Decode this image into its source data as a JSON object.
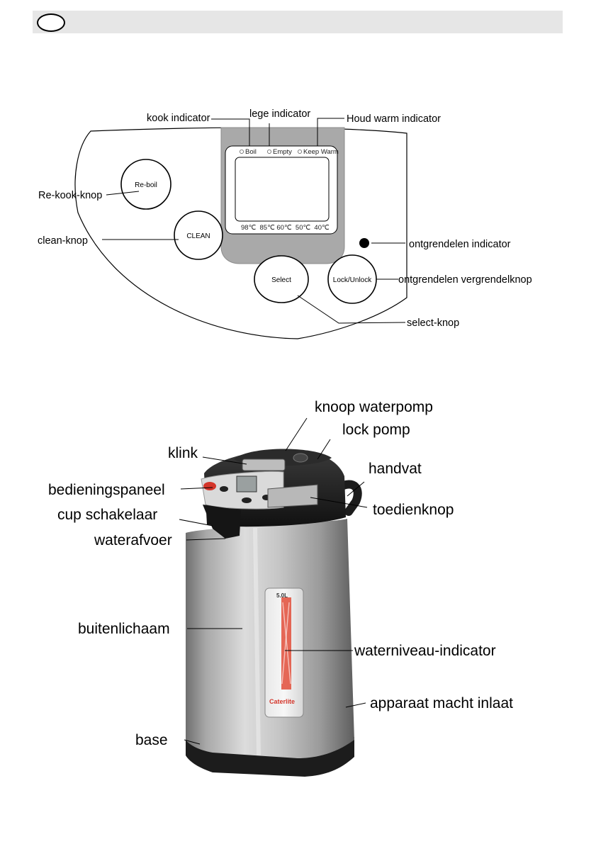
{
  "control_panel": {
    "labels": {
      "boil_indicator": "kook indicator",
      "empty_indicator": "lege indicator",
      "keep_warm_indicator": "Houd warm indicator",
      "reboil_button": "Re-kook-knop",
      "clean_button": "clean-knop",
      "unlock_indicator": "ontgrendelen indicator",
      "lock_unlock_button": "ontgrendelen vergrendelknop",
      "select_button": "select-knop"
    },
    "panel_text": {
      "boil": "Boil",
      "empty": "Empty",
      "keep_warm": "Keep Warm",
      "temperatures": "98℃  85℃ 60℃  50℃  40℃"
    },
    "buttons": {
      "reboil": "Re-boil",
      "clean": "CLEAN",
      "select": "Select",
      "lock_unlock": "Lock/Unlock"
    }
  },
  "appliance": {
    "brand": "Caterlite",
    "capacity": "5.0L",
    "labels": {
      "pump_button": "knoop waterpomp",
      "lock_pump": "lock pomp",
      "latch": "klink",
      "handle": "handvat",
      "control_panel": "bedieningspaneel",
      "dispense_button": "toedienknop",
      "cup_switch": "cup schakelaar",
      "water_outlet": "waterafvoer",
      "outer_body": "buitenlichaam",
      "water_level": "waterniveau-indicator",
      "power_inlet": "apparaat macht inlaat",
      "base": "base"
    }
  },
  "colors": {
    "panel_gray": "#a9a9a9",
    "steel_light": "#d4d4d4",
    "steel_dark": "#7c7c7c",
    "black_plastic": "#1c1c1c",
    "accent_red": "#d4352a"
  }
}
